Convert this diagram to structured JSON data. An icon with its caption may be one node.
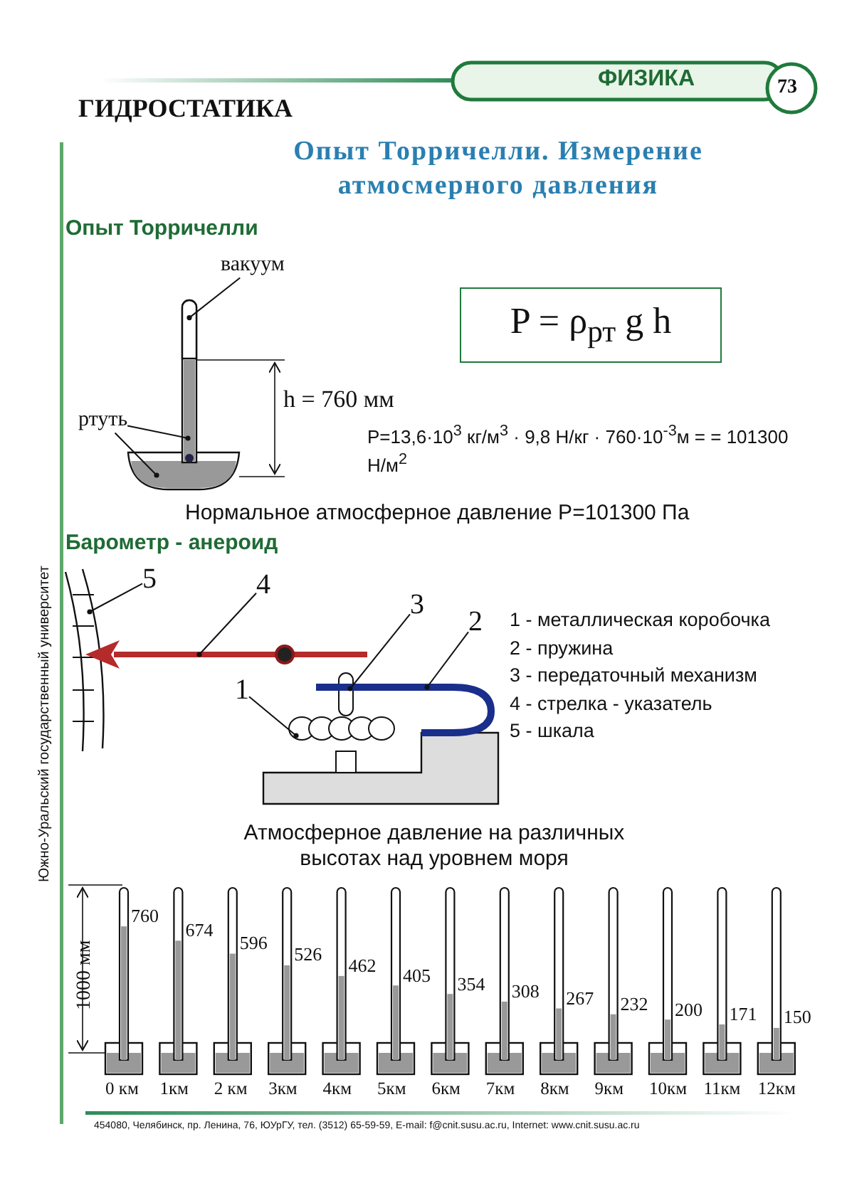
{
  "diagram": {
    "title": "Опыт Торричелли. Измерение атмосмерного давления",
    "nodes": [
      {
        "text": [
          "вакуум"
        ]
      },
      {
        "text": [
          "ртуть"
        ]
      },
      {
        "text": [
          "P = ρ$_{рт}$ g h"
        ]
      },
      {
        "text": [
          "5"
        ]
      },
      {
        "text": [
          "4"
        ]
      },
      {
        "text": [
          "3"
        ]
      },
      {
        "text": [
          "2"
        ]
      },
      {
        "text": [
          "1"
        ]
      },
      {
        "text": [],
        "shape": "cylinder"
      }
    ],
    "edges": [
      {
        "from": 0,
        "to": 8,
        "arrow": "other"
      },
      {
        "from": 1,
        "to": null,
        "arrow": "other"
      },
      {
        "from": 1,
        "to": null,
        "arrow": "other"
      },
      {
        "from": 3,
        "to": null,
        "arrow": "other"
      },
      {
        "from": 4,
        "to": null,
        "arrow": "other"
      },
      {
        "from": 5,
        "to": null,
        "arrow": "other"
      },
      {
        "from": 6,
        "to": null,
        "arrow": "other"
      },
      {
        "from": 7,
        "to": null,
        "arrow": "other"
      }
    ],
    "labels": [
      "ФИЗИКА",
      "73",
      "ГИДРОСТАТИКА",
      "Опыт Торричелли",
      "h = 760 мм",
      "P=13,6·10$^{3}$ кг/м$^{3}$ · 9,8 Н/кг · 760·10$^{-3}$м = = 101300 Н/м$^{2}$",
      "Нормальное атмосферное давление P=101300 Па",
      "Барометр - анероид",
      "1 - металлическая коробочка",
      "2 - пружина",
      "3 - передаточный механизм",
      "4 - стрелка - указатель",
      "5 - шкала",
      "Атмосферное давление на различных высотах над уровнем моря",
      "1000 мм",
      "760",
      "674",
      "596",
      "526",
      "462",
      "405",
      "354",
      "308",
      "267",
      "232",
      "200",
      "171",
      "150",
      "0 км",
      "1км",
      "2 км",
      "3км",
      "4км",
      "5км",
      "6км",
      "7км",
      "8км",
      "9км",
      "10км",
      "11км",
      "12км",
      "Южно-Уральский государственный университет",
      "454080, Челябинск, пр. Ленина, 76, ЮУрГУ, тел. (3512) 65-59-59, E-mail: f@cnit.susu.ac.ru, Internet: www.cnit.susu.ac.ru"
    ]
  }
}
